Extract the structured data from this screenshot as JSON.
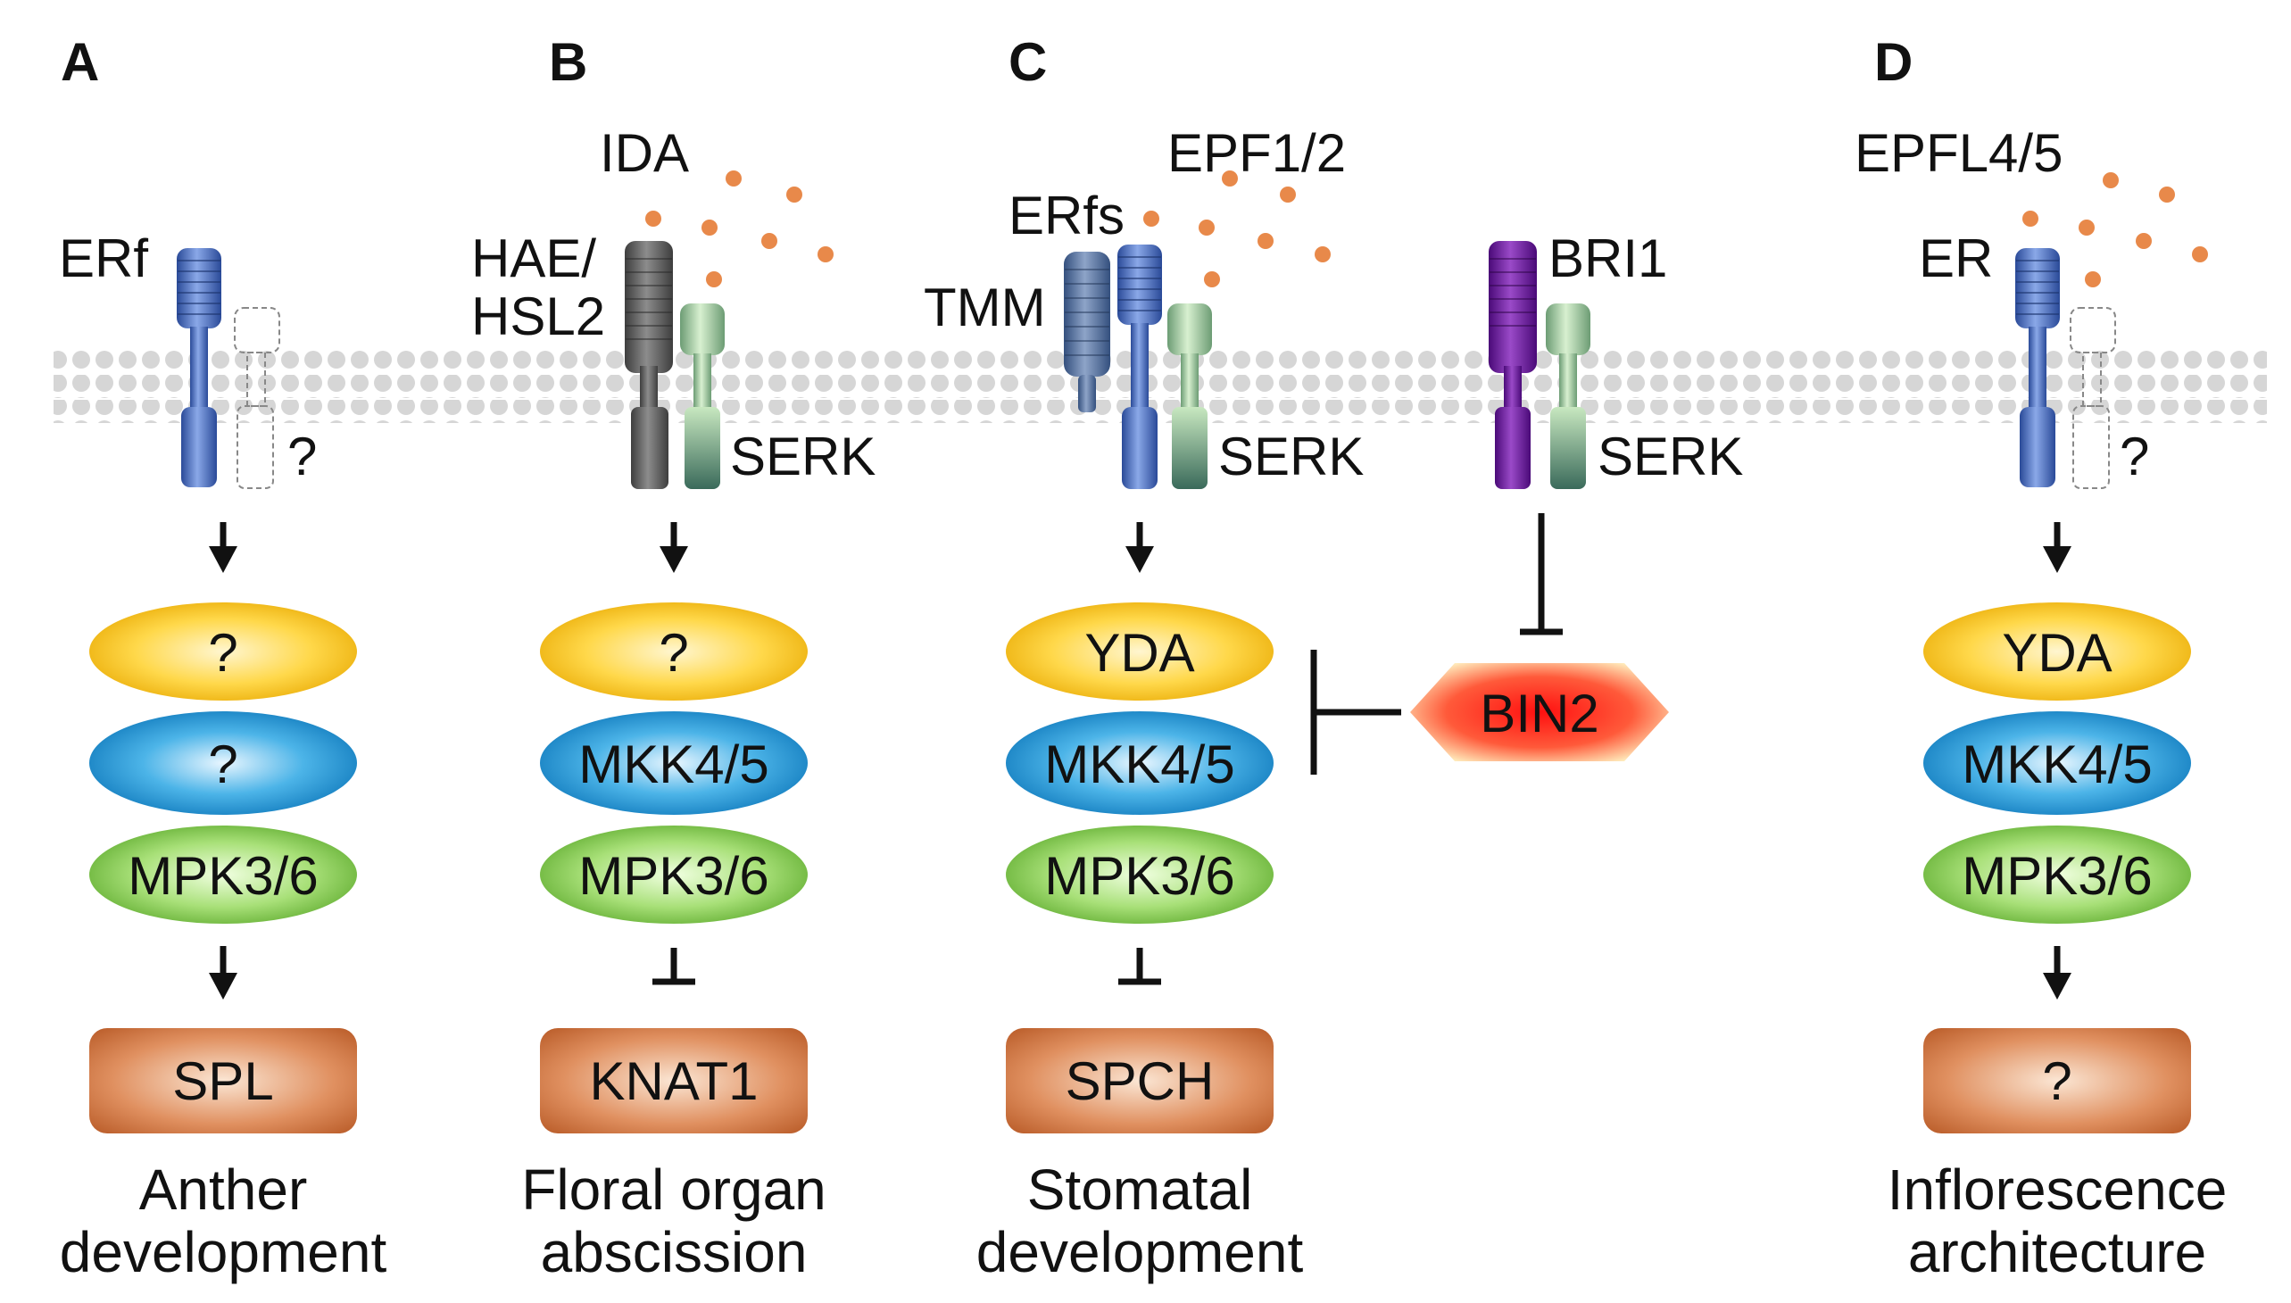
{
  "panels": {
    "A": {
      "letter": "A",
      "receptor": "ERf",
      "coreceptor": "?",
      "mapkkk": "?",
      "mapkk": "?",
      "mapk": "MPK3/6",
      "target": "SPL",
      "caption_line1": "Anther",
      "caption_line2": "development"
    },
    "B": {
      "letter": "B",
      "ligand": "IDA",
      "receptor_line1": "HAE/",
      "receptor_line2": "HSL2",
      "coreceptor": "SERK",
      "mapkkk": "?",
      "mapkk": "MKK4/5",
      "mapk": "MPK3/6",
      "target": "KNAT1",
      "caption_line1": "Floral organ",
      "caption_line2": "abscission"
    },
    "C": {
      "letter": "C",
      "ligand": "EPF1/2",
      "receptor": "ERfs",
      "tmm": "TMM",
      "coreceptor": "SERK",
      "bri1": "BRI1",
      "bri1_coreceptor": "SERK",
      "bin2": "BIN2",
      "mapkkk": "YDA",
      "mapkk": "MKK4/5",
      "mapk": "MPK3/6",
      "target": "SPCH",
      "caption_line1": "Stomatal",
      "caption_line2": "development"
    },
    "D": {
      "letter": "D",
      "ligand": "EPFL4/5",
      "receptor": "ER",
      "coreceptor": "?",
      "mapkkk": "YDA",
      "mapkk": "MKK4/5",
      "mapk": "MPK3/6",
      "target": "?",
      "caption_line1": "Inflorescence",
      "caption_line2": "architecture"
    }
  },
  "colors": {
    "membrane": "#d8d8d8",
    "ligand_dot": "#e8894a",
    "receptor_blue": "#3a5fb0",
    "receptor_dark": "#5a5a5a",
    "receptor_purple": "#6a1a9a",
    "serk_green": "#9cc89a",
    "tmm_blue": "#4a6aa0",
    "mapkkk_yellow": "#f5c518",
    "mapkk_blue": "#1f8fd0",
    "mapk_green": "#7cc644",
    "target_orange": "#c9652a",
    "bin2_red": "#f02020"
  }
}
